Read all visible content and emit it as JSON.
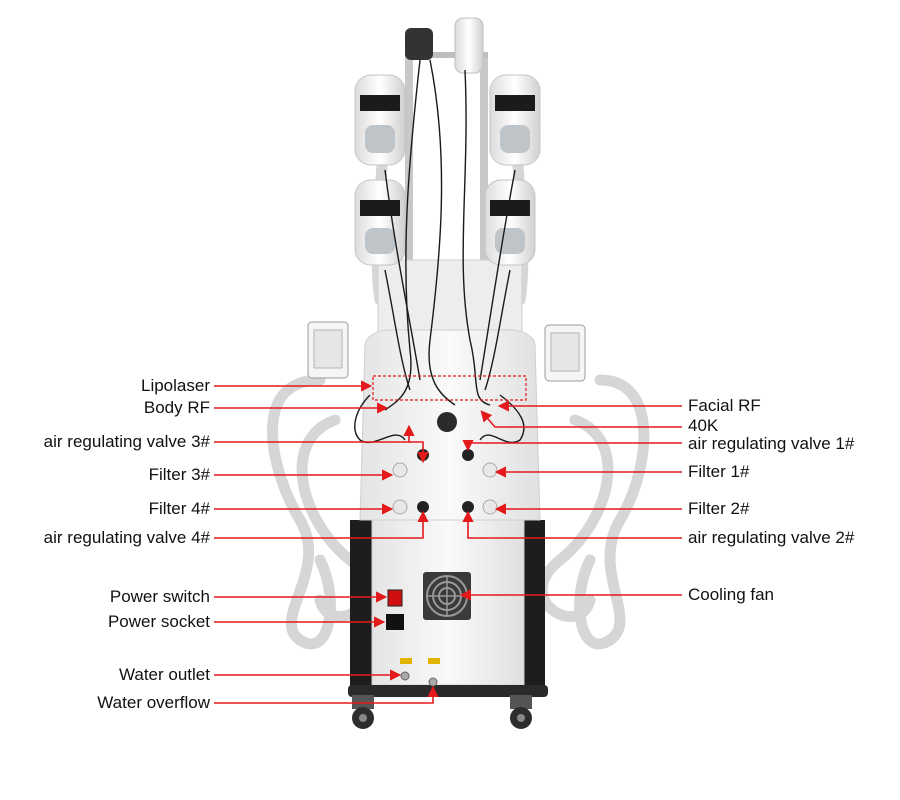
{
  "labels": {
    "lipolaser": "Lipolaser",
    "body_rf": "Body RF",
    "valve3": "air regulating valve 3#",
    "filter3": "Filter 3#",
    "filter4": "Filter 4#",
    "valve4": "air regulating valve 4#",
    "power_switch": "Power switch",
    "power_socket": "Power socket",
    "water_outlet": "Water outlet",
    "water_overflow": "Water overflow",
    "facial_rf": "Facial RF",
    "k40": "40K",
    "valve1": "air regulating valve 1#",
    "filter1": "Filter 1#",
    "filter2": "Filter 2#",
    "valve2": "air regulating valve 2#",
    "cooling_fan": "Cooling fan"
  },
  "colors": {
    "leader": "#e3191c",
    "machine_body": "#f3f3f3",
    "panel_dark": "#1f1f1f",
    "hose": "#d8d8d8",
    "cable": "#1a1a1a"
  }
}
